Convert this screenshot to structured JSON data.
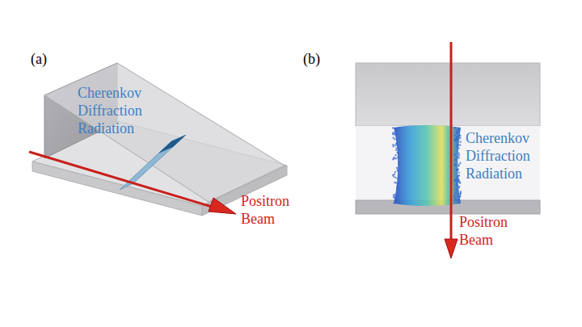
{
  "diagram": {
    "labels": [
      "(a)",
      "(b)",
      "Cherenkov Diffraction Radiation",
      "Positron Beam",
      "Cherenkov Diffraction Radiation",
      "Positron Beam"
    ]
  }
}
